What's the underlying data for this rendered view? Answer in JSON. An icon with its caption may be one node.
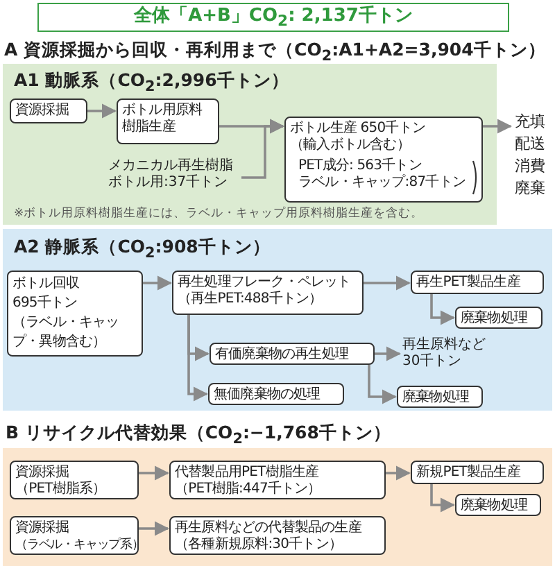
{
  "diagram": {
    "nodes": [
      {
        "text": [
          "全体「A+B」CO$_{2}$: 2,137千トン"
        ]
      },
      {
        "text": [
          "A1 動脈系（CO$_{2}$:2,996千トン）",
          "※ボトル用原料樹脂生産には、ラベル・キャップ用原料樹脂生産を含む。"
        ]
      },
      {
        "text": [
          "資源採掘"
        ],
        "in": 1
      },
      {
        "text": [
          "ボトル用原料樹脂生産"
        ],
        "in": 1
      },
      {
        "text": [
          "メカニカル再生樹脂",
          "ボトル用:37千トン"
        ],
        "in": 1
      },
      {
        "text": [
          "ボトル生産 650千トン",
          "（輸入ボトル含む）",
          "PET成分: 563千トン",
          "ラベル・キャップ:87千トン"
        ],
        "in": 1
      },
      {
        "text": [
          "充填",
          "配送",
          "消費",
          "廃棄"
        ]
      },
      {
        "text": [
          "A2 静脈系（CO$_{2}$:908千トン）"
        ]
      },
      {
        "text": [
          "ボトル回収",
          "695千トン",
          "（ラベル・キャップ・異物含む）"
        ],
        "in": 7
      },
      {
        "text": [
          "再生処理フレーク・ペレット",
          "（再生PET:488千トン）"
        ],
        "in": 7
      },
      {
        "text": [
          "再生PET製品生産"
        ],
        "in": 7
      },
      {
        "text": [
          "廃棄物処理"
        ],
        "in": 7
      },
      {
        "text": [
          "有価廃棄物の再生処理"
        ],
        "in": 7
      },
      {
        "text": [
          "再生原料など",
          "30千トン"
        ],
        "in": 7
      },
      {
        "text": [
          "無価廃棄物の処理"
        ],
        "in": 7
      },
      {
        "text": [
          "廃棄物処理"
        ],
        "in": 7
      },
      {
        "text": [
          "B リサイクル代替効果（CO$_{2}$:−1,768千トン）"
        ]
      },
      {
        "text": [
          "資源採掘",
          "（PET樹脂系）"
        ],
        "in": 16
      },
      {
        "text": [
          "代替製品用PET樹脂生産",
          "（PET樹脂:447千トン）"
        ],
        "in": 16
      },
      {
        "text": [
          "新規PET製品生産"
        ],
        "in": 16
      },
      {
        "text": [
          "廃棄物処理"
        ],
        "in": 16
      },
      {
        "text": [
          "資源採掘",
          "（ラベル・キャップ系）"
        ],
        "in": 16
      },
      {
        "text": [
          "再生原料などの代替製品の生産",
          "（各種新規原料:30千トン）"
        ],
        "in": 16
      }
    ],
    "edges": [
      {
        "from": 2,
        "to": 3,
        "arrow": "to"
      },
      {
        "from": 3,
        "to": 5,
        "arrow": "to"
      },
      {
        "from": 4,
        "to": 5,
        "arrow": "to"
      },
      {
        "from": 5,
        "to": 6,
        "arrow": "to"
      },
      {
        "from": 8,
        "to": 9,
        "arrow": "to"
      },
      {
        "from": 9,
        "to": 10,
        "arrow": "to"
      },
      {
        "from": 10,
        "to": 11,
        "arrow": "to"
      },
      {
        "from": 9,
        "to": 12,
        "arrow": "to"
      },
      {
        "from": 9,
        "to": 14,
        "arrow": "to"
      },
      {
        "from": 12,
        "to": 13,
        "arrow": "to"
      },
      {
        "from": 12,
        "to": 15,
        "arrow": "to"
      },
      {
        "from": 17,
        "to": 18,
        "arrow": "to"
      },
      {
        "from": 18,
        "to": 19,
        "arrow": "to"
      },
      {
        "from": 19,
        "to": 20,
        "arrow": "to"
      },
      {
        "from": 21,
        "to": 22,
        "arrow": "to"
      }
    ],
    "labels": [
      "A 資源採掘から回収・再利用まで（CO$_{2}$:A1+A2=3,904千トン）"
    ]
  }
}
